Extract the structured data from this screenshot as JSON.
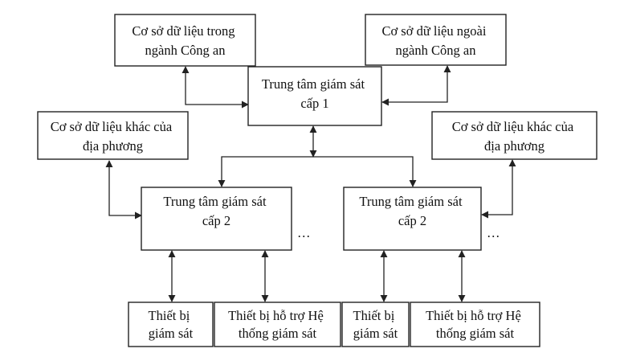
{
  "nodes": {
    "db_police": {
      "lines": [
        "Cơ sở dữ liệu trong",
        "ngành Công an"
      ]
    },
    "db_outside": {
      "lines": [
        "Cơ sở dữ liệu ngoài",
        "ngành Công an"
      ]
    },
    "center_l1": {
      "lines": [
        "Trung tâm giám sát",
        "cấp 1"
      ]
    },
    "db_local_left": {
      "lines": [
        "Cơ sở dữ liệu khác của",
        "địa phương"
      ]
    },
    "db_local_right": {
      "lines": [
        "Cơ sở dữ liệu khác của",
        "địa phương"
      ]
    },
    "center_l2_left": {
      "lines": [
        "Trung tâm giám sát",
        "cấp 2"
      ]
    },
    "center_l2_right": {
      "lines": [
        "Trung tâm giám sát",
        "cấp 2"
      ]
    },
    "device_1": {
      "lines": [
        "Thiết bị",
        "giám sát"
      ]
    },
    "support_1": {
      "lines": [
        "Thiết bị hỗ trợ Hệ",
        "thống  giám sát"
      ]
    },
    "device_2": {
      "lines": [
        "Thiết bị",
        "giám sát"
      ]
    },
    "support_2": {
      "lines": [
        "Thiết bị hỗ trợ Hệ",
        "thống  giám sát"
      ]
    }
  },
  "ellipsis": "…"
}
